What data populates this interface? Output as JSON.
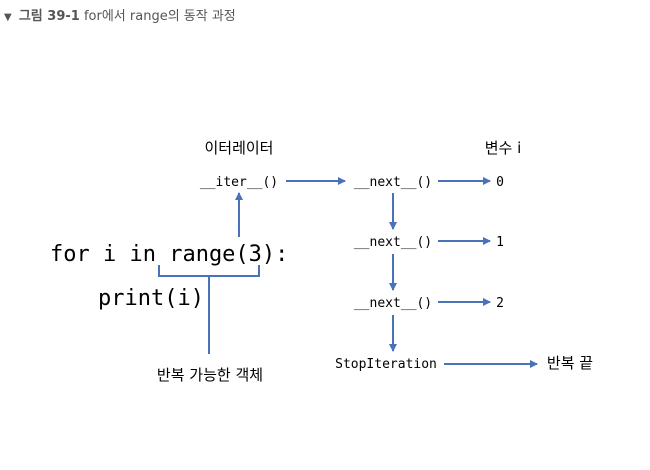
{
  "caption": {
    "marker": "▼",
    "figure_label": "그림 39-1",
    "text": " for에서 range의 동작 과정"
  },
  "diagram": {
    "header_iterator": "이터레이터",
    "header_variable": "변수 i",
    "iter_call": "__iter__()",
    "next_calls": [
      "__next__()",
      "__next__()",
      "__next__()"
    ],
    "values": [
      "0",
      "1",
      "2"
    ],
    "stop": "StopIteration",
    "end_label": "반복 끝",
    "code_line1": "for i in range(3):",
    "code_line2": "print(i)",
    "iterable_label": "반복 가능한 객체"
  },
  "colors": {
    "arrow": "#4a72b8",
    "text": "#111111",
    "caption": "#555555"
  }
}
